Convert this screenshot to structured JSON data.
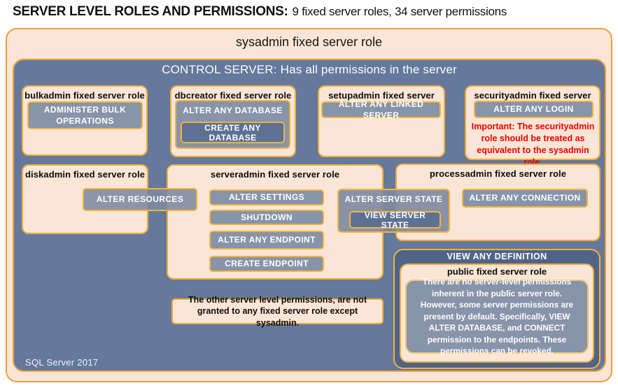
{
  "page": {
    "title_bold": "SERVER LEVEL ROLES AND PERMISSIONS:",
    "title_rest": "9 fixed server roles, 34 server permissions"
  },
  "sysadmin": {
    "label": "sysadmin fixed server role",
    "footer": "SQL Server 2017"
  },
  "control_server": {
    "label": "CONTROL SERVER: Has all permissions in the server"
  },
  "roles": {
    "bulkadmin": {
      "title": "bulkadmin fixed server role",
      "permissions": [
        "ADMINISTER BULK OPERATIONS"
      ]
    },
    "dbcreator": {
      "title": "dbcreator fixed server role",
      "outer_permission": "ALTER ANY DATABASE",
      "nested_permission": "CREATE ANY DATABASE"
    },
    "setupadmin": {
      "title": "setupadmin fixed server role",
      "permissions": [
        "ALTER ANY LINKED SERVER"
      ]
    },
    "securityadmin": {
      "title": "securityadmin fixed server role",
      "permissions": [
        "ALTER ANY LOGIN"
      ],
      "warning": "Important: The securityadmin role should be treated as equivalent to the sysadmin role."
    },
    "diskadmin": {
      "title": "diskadmin fixed server role",
      "permissions": [
        "ALTER RESOURCES"
      ]
    },
    "serveradmin": {
      "title": "serveradmin fixed server role",
      "permissions": [
        "ALTER SETTINGS",
        "SHUTDOWN",
        "ALTER ANY ENDPOINT",
        "CREATE ENDPOINT"
      ],
      "outer_permission": "ALTER SERVER STATE",
      "nested_permission": "VIEW SERVER STATE"
    },
    "processadmin": {
      "title": "processadmin fixed server role",
      "permissions": [
        "ALTER ANY CONNECTION"
      ]
    },
    "public": {
      "container_permission": "VIEW ANY DEFINITION",
      "title": "public fixed server role",
      "description": "There are no server-level permissions inherent in the public server role. However, some server permissions are present by default. Specifically, VIEW ALTER DATABASE, and CONNECT permission to the endpoints. These permissions can be revoked."
    }
  },
  "notes": {
    "other_permissions": "The other server level permissions, are not granted to any fixed server role except sysadmin."
  },
  "colors": {
    "peach_fill": "#fbe5d6",
    "slate_fill": "#64799c",
    "slate_dark_fill": "#4f6488",
    "permission_gray": "#8794a9",
    "permission_dark": "#5d7195",
    "gold_border": "#f0ad37",
    "outer_gold_border": "#e8a33d",
    "warning_red": "#ee0000"
  }
}
